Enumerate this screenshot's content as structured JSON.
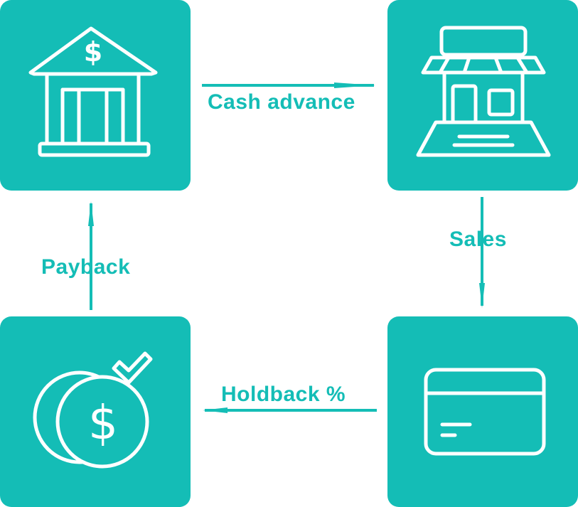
{
  "colors": {
    "tile": "#14bdb6",
    "icon_stroke": "#ffffff",
    "arrow": "#14bdb6",
    "label": "#14bdb6"
  },
  "nodes": [
    {
      "id": "bank",
      "icon": "bank-icon"
    },
    {
      "id": "store",
      "icon": "storefront-icon"
    },
    {
      "id": "card",
      "icon": "credit-card-icon"
    },
    {
      "id": "coins",
      "icon": "coins-check-icon"
    }
  ],
  "flows": {
    "cash_advance": "Cash advance",
    "sales": "Sales",
    "holdback": "Holdback %",
    "payback": "Payback"
  },
  "coin_symbol": "$"
}
